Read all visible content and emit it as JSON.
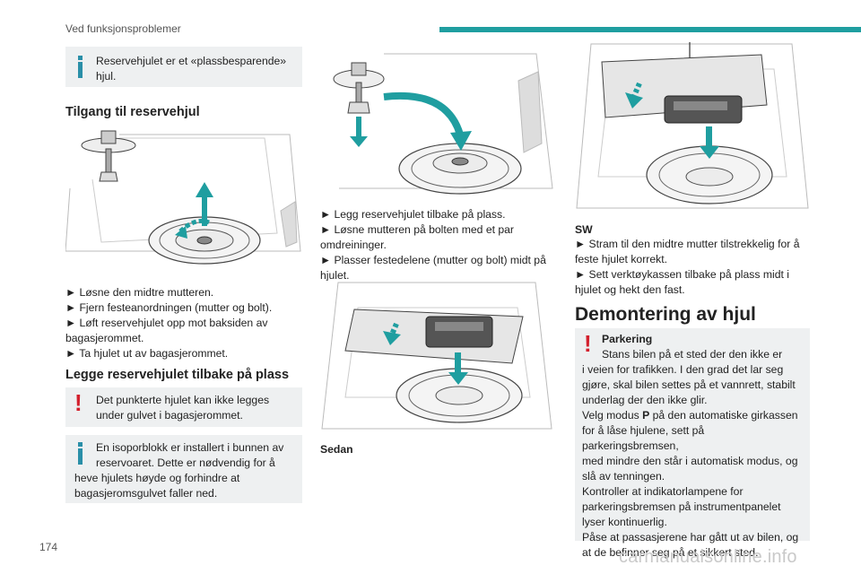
{
  "header": {
    "title": "Ved funksjonsproblemer"
  },
  "page_number": "174",
  "watermark": "carmanualsonline.info",
  "column1": {
    "note1": {
      "lines": [
        "Reservehjulet er et «plassbesparende»",
        "hjul."
      ]
    },
    "heading1": "Tilgang til reservehjul",
    "steps1": [
      "► Løsne den midtre mutteren.",
      "► Fjern festeanordningen (mutter og bolt).",
      "► Løft reservehjulet opp mot baksiden av",
      "bagasjerommet.",
      "► Ta hjulet ut av bagasjerommet."
    ],
    "heading2": "Legge reservehjulet tilbake på plass",
    "warn1": {
      "lines": [
        "Det punkterte hjulet kan ikke legges",
        "under gulvet i bagasjerommet."
      ]
    },
    "note2": {
      "lines": [
        "En isoporblokk er installert i bunnen av",
        "reservoaret. Dette er nødvendig for å",
        "heve hjulets høyde og forhindre at",
        "bagasjeromsgulvet faller ned."
      ]
    }
  },
  "column2": {
    "steps": [
      "► Legg reservehjulet tilbake på plass.",
      "► Løsne mutteren på bolten med et par",
      "omdreininger.",
      "► Plasser festedelene (mutter og bolt) midt på",
      "hjulet."
    ],
    "sedan_label": "Sedan"
  },
  "column3": {
    "sw_label": "SW",
    "steps": [
      "► Stram til den midtre mutter tilstrekkelig for å",
      "feste hjulet korrekt.",
      "► Sett verktøykassen tilbake på plass midt i",
      "hjulet og hekt den fast."
    ],
    "heading": "Demontering av hjul",
    "warn": {
      "title": "Parkering",
      "lines": [
        "Stans bilen på et sted der den ikke er",
        "i veien for trafikken. I den grad det lar seg",
        "gjøre, skal bilen settes på et vannrett, stabilt",
        "underlag der den ikke glir.",
        "Velg modus P på den automatiske girkassen",
        "for å låse hjulene, sett på parkeringsbremsen,",
        "med mindre den står i automatisk modus, og",
        "slå av tenningen.",
        "Kontroller at indikatorlampene for",
        "parkeringsbremsen på instrumentpanelet",
        "lyser kontinuerlig.",
        "Påse at passasjerene har gått ut av bilen, og",
        "at de befinner seg på et sikkert sted."
      ]
    }
  },
  "colors": {
    "accent": "#1f9ea0",
    "note_bg": "#eef0f1",
    "info_icon": "#2a8fa8",
    "warn_icon": "#d3202d"
  },
  "icons": [
    "info-icon",
    "warning-icon",
    "arrow-icon"
  ]
}
